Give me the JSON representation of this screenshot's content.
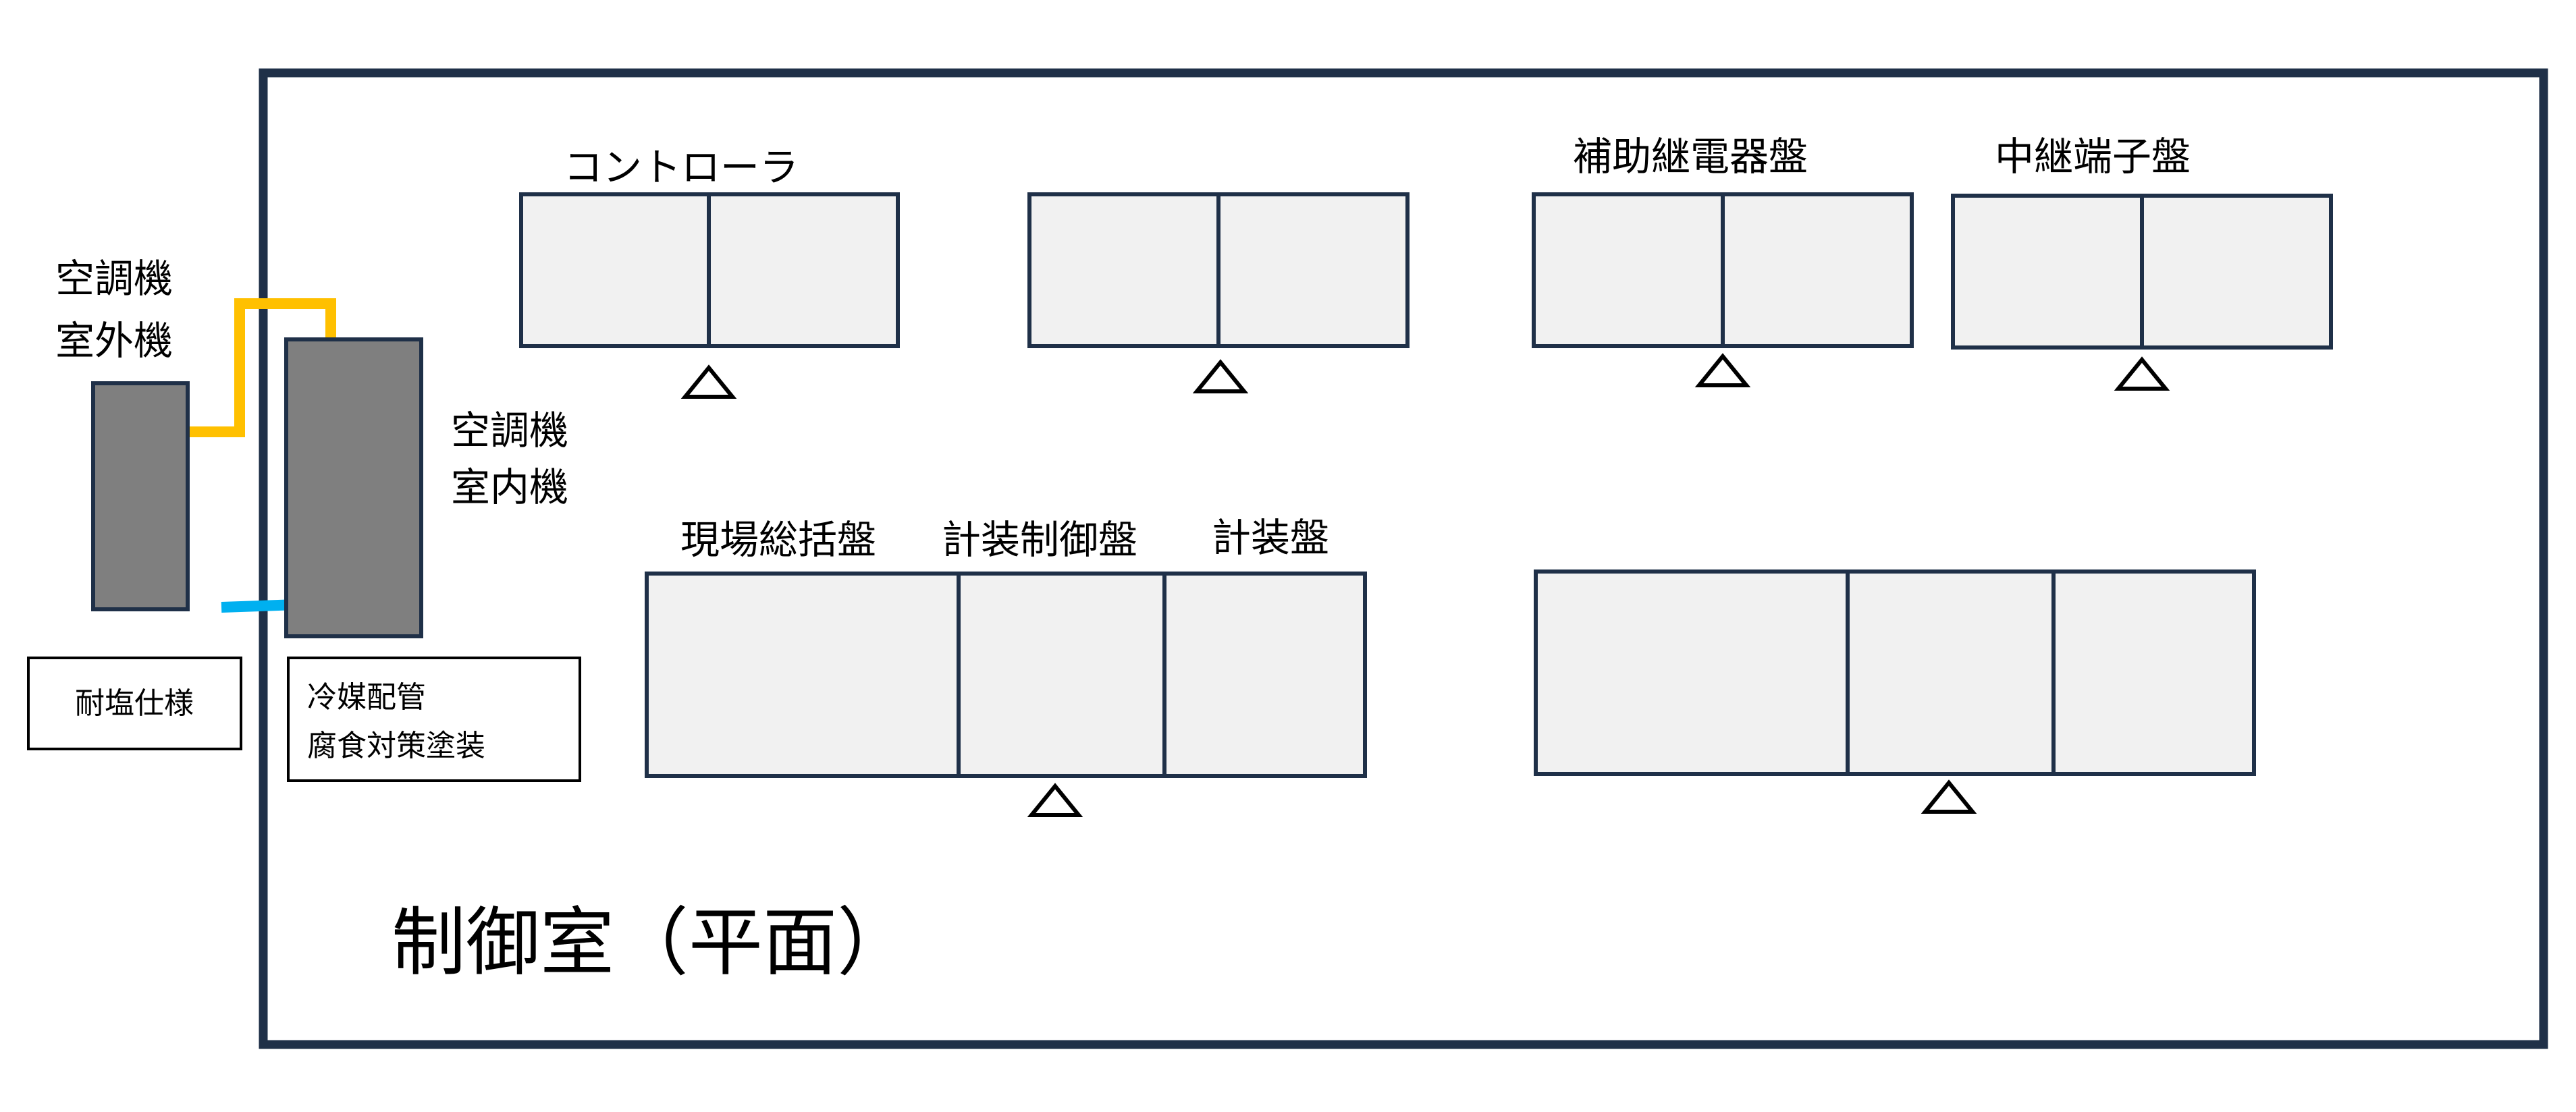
{
  "room": {
    "title": "制御室（平面）"
  },
  "equipment": {
    "outdoor_unit_label": [
      "空調機",
      "室外機"
    ],
    "indoor_unit_label": [
      "空調機",
      "室内機"
    ]
  },
  "notes": {
    "salt_resistant": "耐塩仕様",
    "refrigerant_piping": [
      "冷媒配管",
      "腐食対策塗装"
    ]
  },
  "panels": {
    "controller": "コントローラ",
    "auxiliary_relay": "補助継電器盤",
    "relay_terminal": "中継端子盤",
    "field_general": "現場総括盤",
    "instrument_control": "計装制御盤",
    "instrument": "計装盤"
  },
  "colors": {
    "room_border": "#1f3048",
    "panel_fill": "#f1f1f1",
    "unit_fill": "#7f7f7f",
    "pipe_yellow": "#ffc000",
    "pipe_blue": "#00b0f0"
  },
  "icons": {
    "front_marker": "triangle-outline"
  }
}
